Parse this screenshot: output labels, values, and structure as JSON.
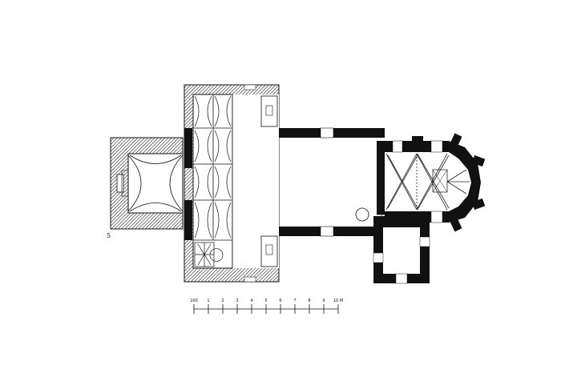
{
  "scale_bar": {
    "labels": [
      "100",
      "1",
      "2",
      "3",
      "4",
      "5",
      "6",
      "7",
      "8",
      "9",
      "10 M"
    ]
  },
  "marks": {
    "porch_corner": "5"
  }
}
